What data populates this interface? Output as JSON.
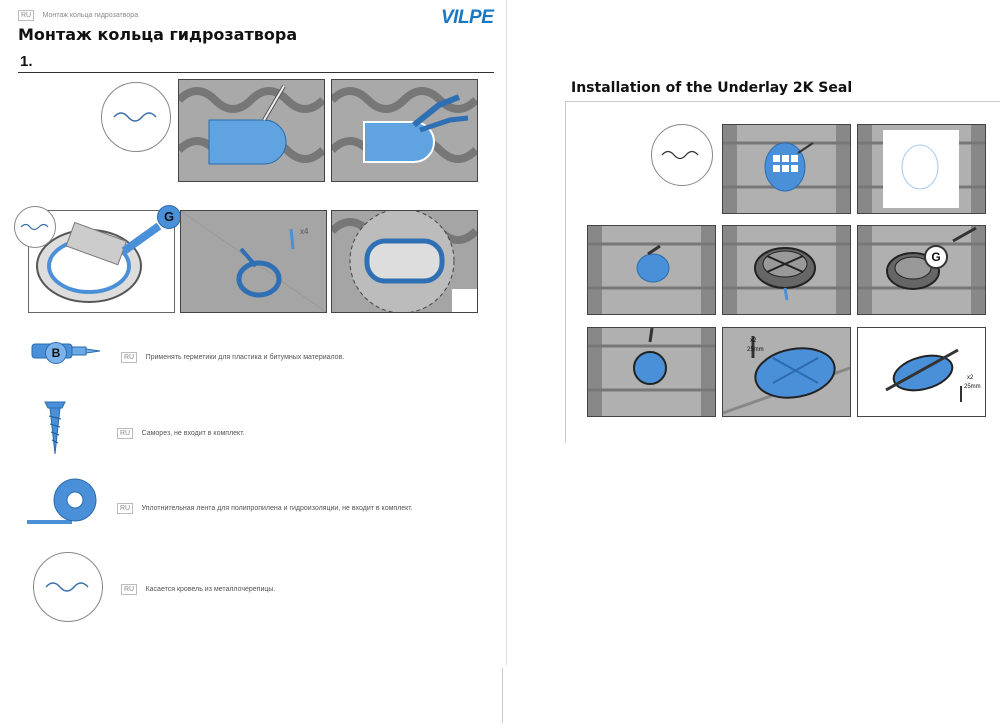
{
  "left_page": {
    "header_lang": "RU",
    "header_text": "Монтаж кольца гидрозатвора",
    "logo": "VILPE",
    "title": "Монтаж кольца гидрозатвора",
    "step": "1.",
    "label_g": "G",
    "label_b": "B",
    "screw_count": "x4",
    "notes": [
      {
        "lang": "RU",
        "text": "Применять герметики для пластика и битумных материалов."
      },
      {
        "lang": "RU",
        "text": "Саморез, не входит в комплект."
      },
      {
        "lang": "RU",
        "text": "Уплотнительная лента для полипропилена и гидроизоляции, не входит в комплект."
      },
      {
        "lang": "RU",
        "text": "Касается кровель из металлочерепицы."
      }
    ]
  },
  "right_page": {
    "title": "Installation of the Underlay 2K Seal",
    "label_g": "G",
    "screw_count_1": "x2",
    "screw_size_1": "25mm",
    "screw_count_2": "x2",
    "screw_size_2": "25mm"
  },
  "colors": {
    "accent_blue": "#4a90d9",
    "logo_blue": "#1a78c2",
    "panel_gray": "#b9b9b9",
    "dark_outline": "#333333"
  }
}
